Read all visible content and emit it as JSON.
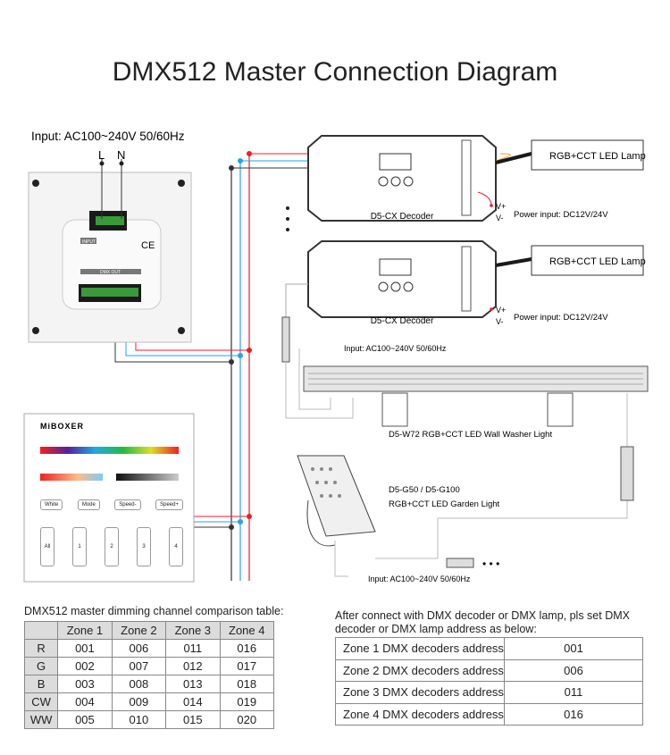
{
  "title": "DMX512 Master Connection Diagram",
  "panel_input": "Input: AC100~240V 50/60Hz",
  "terminal_L": "L",
  "terminal_N": "N",
  "panel_labels": {
    "input": "INPUT",
    "dmx_out": "DMX OUT",
    "ce": "CE"
  },
  "decoders": [
    {
      "label": "D5-CX Decoder",
      "lamp": "RGB+CCT LED Lamp",
      "vplus": "V+",
      "vminus": "V-",
      "power": "Power input: DC12V/24V"
    },
    {
      "label": "D5-CX Decoder",
      "lamp": "RGB+CCT LED Lamp",
      "vplus": "V+",
      "vminus": "V-",
      "power": "Power input: DC12V/24V"
    }
  ],
  "wall_washer": {
    "input": "Input: AC100~240V 50/60Hz",
    "label": "D5-W72 RGB+CCT LED Wall Washer Light"
  },
  "garden": {
    "model": "D5-G50 / D5-G100",
    "label": "RGB+CCT LED Garden Light",
    "input": "Input: AC100~240V 50/60Hz",
    "more": "• • •"
  },
  "remote": {
    "brand": "MiBOXER",
    "buttons": [
      "White",
      "Mode",
      "Speed-",
      "Speed+"
    ],
    "zones": [
      "All",
      "1",
      "2",
      "3",
      "4"
    ]
  },
  "wire_colors": {
    "red": "#e8202a",
    "blue": "#2aa3e0",
    "black": "#333333"
  },
  "channel_table": {
    "caption": "DMX512 master dimming channel comparison table:",
    "headers": [
      "",
      "Zone 1",
      "Zone 2",
      "Zone 3",
      "Zone 4"
    ],
    "rows": [
      [
        "R",
        "001",
        "006",
        "011",
        "016"
      ],
      [
        "G",
        "002",
        "007",
        "012",
        "017"
      ],
      [
        "B",
        "003",
        "008",
        "013",
        "018"
      ],
      [
        "CW",
        "004",
        "009",
        "014",
        "019"
      ],
      [
        "WW",
        "005",
        "010",
        "015",
        "020"
      ]
    ]
  },
  "address_table": {
    "caption": "After connect with DMX decoder or DMX lamp, pls set DMX decoder or DMX lamp address as below:",
    "rows": [
      [
        "Zone 1 DMX decoders address",
        "001"
      ],
      [
        "Zone 2 DMX decoders address",
        "006"
      ],
      [
        "Zone 3 DMX decoders address",
        "011"
      ],
      [
        "Zone 4 DMX decoders address",
        "016"
      ]
    ]
  }
}
